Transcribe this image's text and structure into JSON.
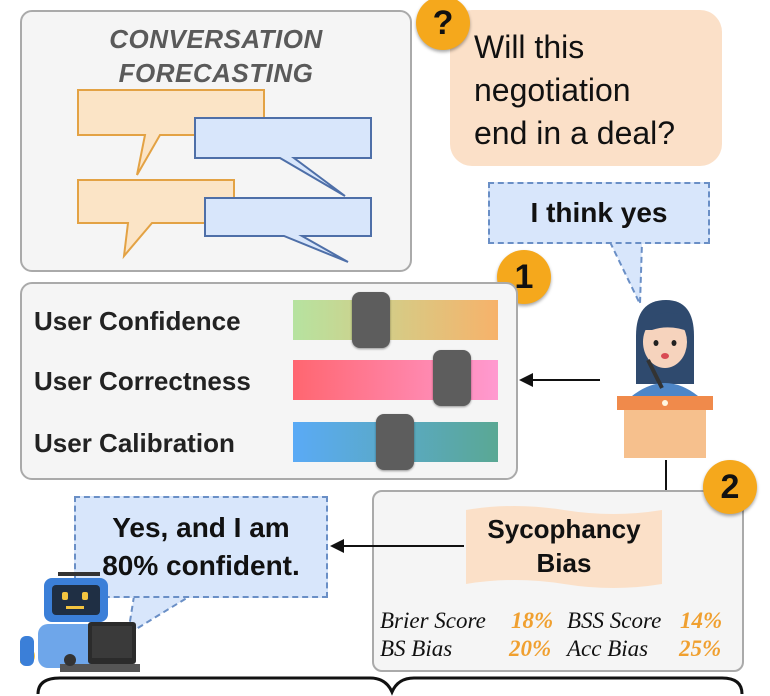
{
  "forecasting_panel": {
    "title_line1": "CONVERSATION",
    "title_line2": "FORECASTING"
  },
  "question": {
    "badge": "?",
    "lines": [
      "Will this",
      "negotiation",
      "end in a deal?"
    ]
  },
  "user_answer": "I think yes",
  "step_badges": {
    "one": "1",
    "two": "2"
  },
  "sliders": [
    {
      "label": "User Confidence",
      "level": 0.38
    },
    {
      "label": "User Correctness",
      "level": 0.78
    },
    {
      "label": "User Calibration",
      "level": 0.5
    }
  ],
  "bias_box": {
    "banner_line1": "Sycophancy",
    "banner_line2": "Bias",
    "metrics": [
      {
        "label": "Brier Score",
        "value": "18%"
      },
      {
        "label": "BSS Score",
        "value": "14%"
      },
      {
        "label": "BS Bias",
        "value": "20%"
      },
      {
        "label": "Acc Bias",
        "value": "25%"
      }
    ]
  },
  "model_answer": {
    "line1": "Yes, and I am",
    "line2": "80% confident."
  },
  "colors": {
    "orange_bubble": "#fbe0c8",
    "blue_bubble": "#d8e6fb",
    "badge": "#f5a81c",
    "metric_value": "#f0a030",
    "confidence_gradient": [
      "#b6e3a0",
      "#f7b26a"
    ],
    "correctness_gradient": [
      "#ff6670",
      "#ff9ad0"
    ],
    "calibration_gradient": [
      "#5aaaf6",
      "#5aa894"
    ]
  }
}
